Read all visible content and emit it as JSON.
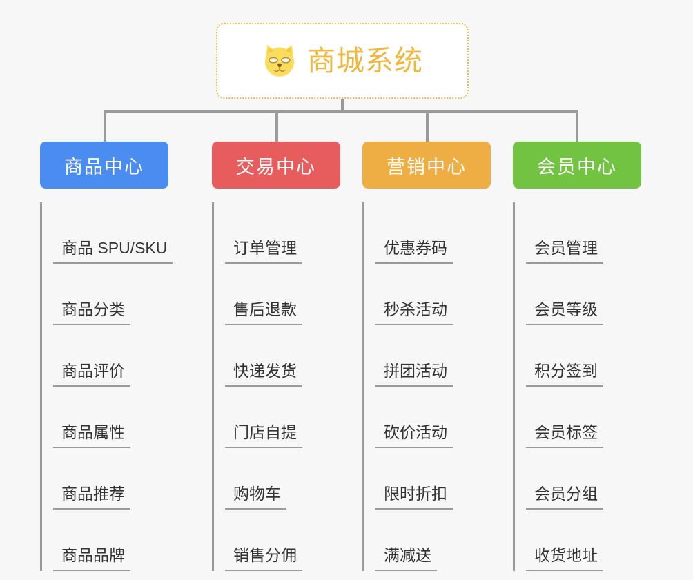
{
  "page": {
    "background_color": "#f7f7f7",
    "line_color": "#9a9a9a"
  },
  "root": {
    "title": "商城系统",
    "icon": "shiba-inu-dog-face-emoji",
    "border_color": "#efb84b",
    "text_color": "#f0b73f",
    "background_color": "#ffffff"
  },
  "branches": [
    {
      "label": "商品中心",
      "color": "#4a8cf0",
      "items": [
        "商品 SPU/SKU",
        "商品分类",
        "商品评价",
        "商品属性",
        "商品推荐",
        "商品品牌"
      ]
    },
    {
      "label": "交易中心",
      "color": "#e75c5c",
      "items": [
        "订单管理",
        "售后退款",
        "快递发货",
        "门店自提",
        "购物车",
        "销售分佣"
      ]
    },
    {
      "label": "营销中心",
      "color": "#eeae44",
      "items": [
        "优惠券码",
        "秒杀活动",
        "拼团活动",
        "砍价活动",
        "限时折扣",
        "满减送"
      ]
    },
    {
      "label": "会员中心",
      "color": "#73c342",
      "items": [
        "会员管理",
        "会员等级",
        "积分签到",
        "会员标签",
        "会员分组",
        "收货地址"
      ]
    }
  ]
}
